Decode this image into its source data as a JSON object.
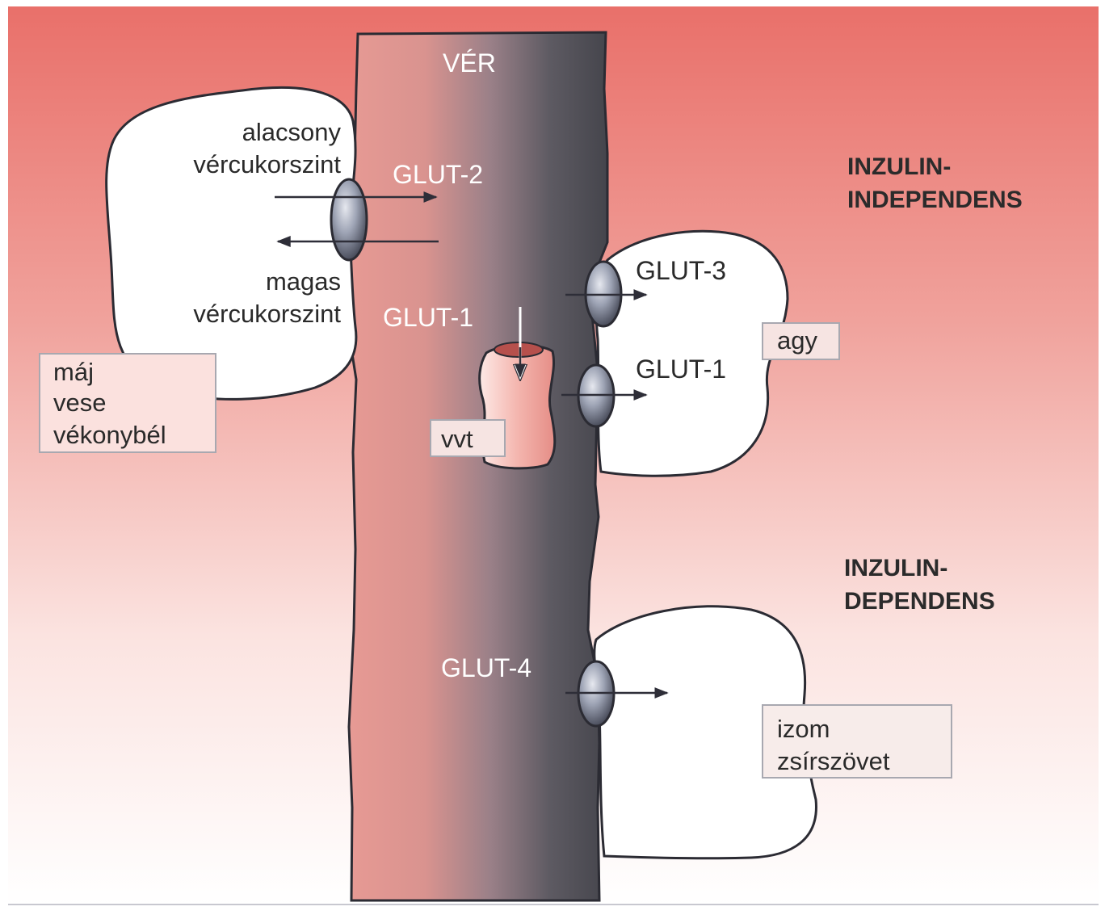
{
  "blood": {
    "label": "VÉR"
  },
  "transporters": {
    "glut2": "GLUT-2",
    "glut1_rbc": "GLUT-1",
    "glut3": "GLUT-3",
    "glut1_brain": "GLUT-1",
    "glut4": "GLUT-4"
  },
  "liver_cell": {
    "low_line1": "alacsony",
    "low_line2": "vércukorszint",
    "high_line1": "magas",
    "high_line2": "vércukorszint",
    "organs": [
      "máj",
      "vese",
      "vékonybél"
    ]
  },
  "rbc": {
    "label": "vvt"
  },
  "brain_cell": {
    "label": "agy"
  },
  "muscle_cell": {
    "organs": [
      "izom",
      "zsírszövet"
    ]
  },
  "groups": {
    "independent_line1": "INZULIN-",
    "independent_line2": "INDEPENDENS",
    "dependent_line1": "INZULIN-",
    "dependent_line2": "DEPENDENS"
  },
  "colors": {
    "background_top": "#e9706a",
    "background_bottom": "#ffffff",
    "vessel_light": "#e79a94",
    "vessel_dark": "#4a4a52",
    "transporter": "#8f96a8",
    "cell_fill": "#ffffff",
    "rbc_fill": "#f3b8b2"
  }
}
